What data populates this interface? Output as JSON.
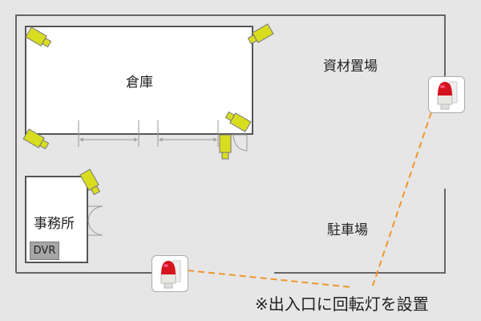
{
  "areas": {
    "warehouse": "倉庫",
    "materials_yard": "資材置場",
    "office": "事務所",
    "parking": "駐車場"
  },
  "devices": {
    "dvr_label": "DVR",
    "camera_count": 6,
    "rotating_lamp_count": 2
  },
  "note": "※出入口に回転灯を設置",
  "colors": {
    "background": "#e6e6e6",
    "camera": "#d9dd1f",
    "dashed_line": "#f0962a",
    "wall": "#666666",
    "lamp_red": "#d5141e"
  }
}
